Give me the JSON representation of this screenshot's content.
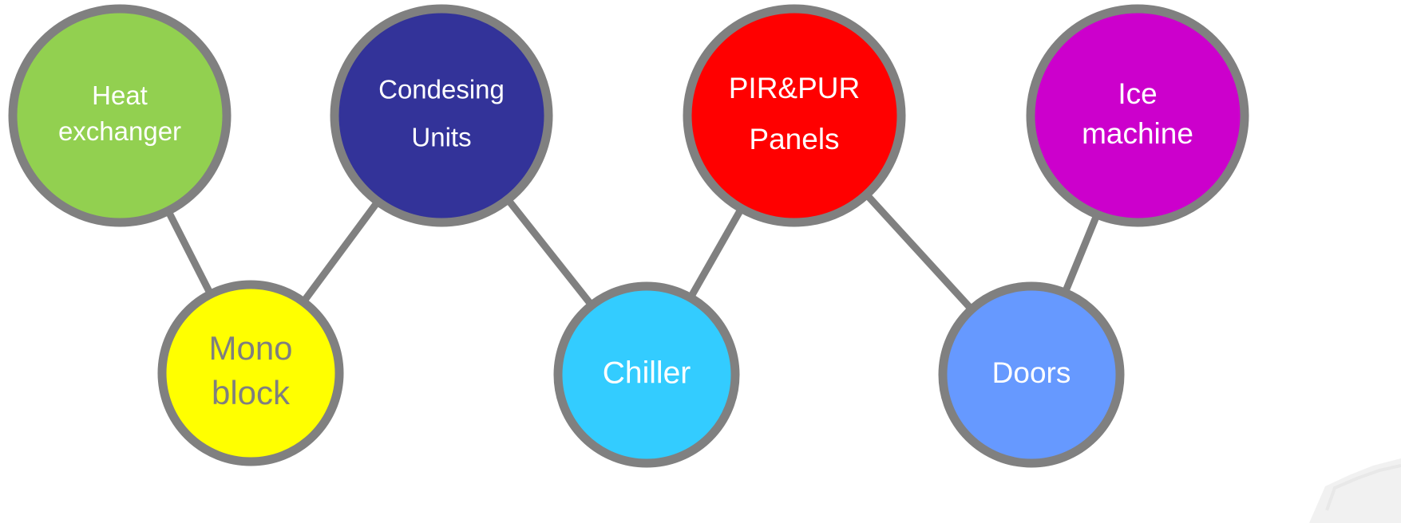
{
  "diagram": {
    "nodes": [
      {
        "id": "heat-exchanger",
        "lines": [
          "Heat",
          "exchanger"
        ],
        "fill": "#92d050",
        "text_color": "#ffffff"
      },
      {
        "id": "condensing-units",
        "lines": [
          "Condesing",
          "Units"
        ],
        "fill": "#333399",
        "text_color": "#ffffff"
      },
      {
        "id": "pir-pur-panels",
        "lines": [
          "PIR&PUR",
          "Panels"
        ],
        "fill": "#ff0000",
        "text_color": "#ffffff"
      },
      {
        "id": "ice-machine",
        "lines": [
          "Ice",
          "machine"
        ],
        "fill": "#cc00cc",
        "text_color": "#ffffff"
      },
      {
        "id": "mono-block",
        "lines": [
          "Mono",
          "block"
        ],
        "fill": "#ffff00",
        "text_color": "#7f7f7f"
      },
      {
        "id": "chiller",
        "lines": [
          "Chiller"
        ],
        "fill": "#33ccff",
        "text_color": "#ffffff"
      },
      {
        "id": "doors",
        "lines": [
          "Doors"
        ],
        "fill": "#6699ff",
        "text_color": "#ffffff"
      }
    ],
    "edges": [
      [
        "heat-exchanger",
        "mono-block"
      ],
      [
        "mono-block",
        "condensing-units"
      ],
      [
        "condensing-units",
        "chiller"
      ],
      [
        "chiller",
        "pir-pur-panels"
      ],
      [
        "pir-pur-panels",
        "doors"
      ],
      [
        "doors",
        "ice-machine"
      ]
    ],
    "stroke_color": "#808080"
  }
}
